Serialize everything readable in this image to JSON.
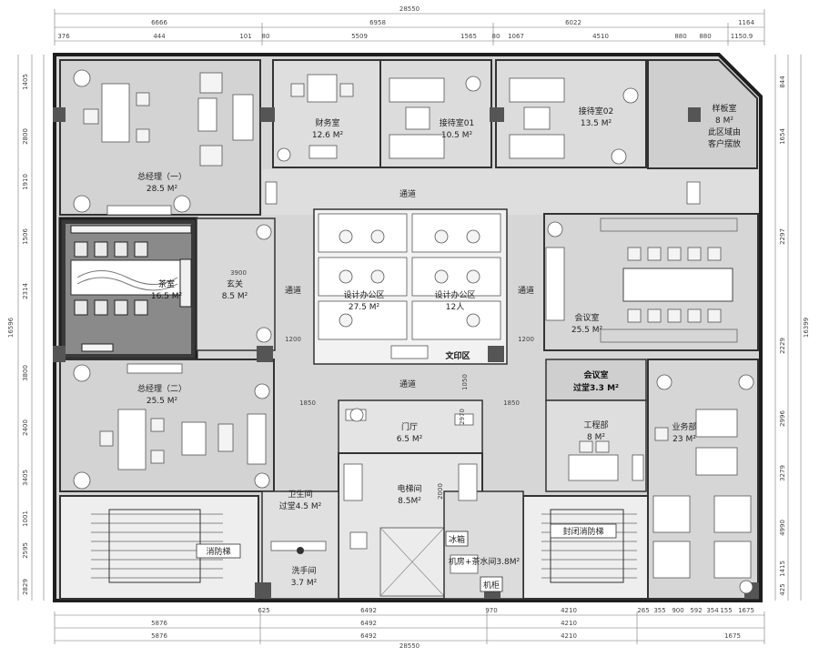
{
  "colors": {
    "floor": "#d6d6d6",
    "corridor": "#dedede",
    "room": "#d9d9d9",
    "wall": "#1e1e1e",
    "tea_room": "#3a3a3a",
    "stair": "#eeeeee"
  },
  "dimensions": {
    "top_overall": "28550",
    "top_row1": [
      "6666",
      "6958",
      "6022",
      "1164"
    ],
    "top_row2": [
      "376",
      "444",
      "101",
      "80",
      "5509",
      "1565",
      "80",
      "1067",
      "4510",
      "880",
      "880",
      "1150.9"
    ],
    "bottom_overall": "28550",
    "bottom_row1": [
      "5876",
      "6492",
      "4210"
    ],
    "bottom_row2": [
      "5876",
      "6492",
      "4210",
      "1675"
    ],
    "bottom_extra": [
      "625",
      "6492",
      "970",
      "4210",
      "265",
      "355",
      "900",
      "592",
      "354",
      "155",
      "1675"
    ],
    "left_overall": "16596",
    "right_overall": "16399",
    "left_segments": [
      "1405",
      "2800",
      "1910",
      "1506",
      "2314",
      "3800",
      "2400",
      "3405",
      "1001",
      "2595",
      "2829"
    ],
    "right_segments": [
      "844",
      "1654",
      "2297",
      "2229",
      "2996",
      "3279",
      "4990",
      "1415",
      "425"
    ],
    "inner_dims": [
      "3900",
      "1200",
      "1200",
      "1850",
      "1850",
      "2000",
      "1050",
      "2970"
    ]
  },
  "rooms": {
    "gm1": {
      "name": "总经理（一）",
      "area": "28.5 M²"
    },
    "finance": {
      "name": "财务室",
      "area": "12.6 M²"
    },
    "reception1": {
      "name": "接待室01",
      "area": "10.5 M²"
    },
    "reception2": {
      "name": "接待室02",
      "area": "13.5 M²"
    },
    "sample": {
      "name": "样板室",
      "area": "8 M²",
      "note1": "此区域由",
      "note2": "客户摆放"
    },
    "tea": {
      "name": "茶室",
      "area": "16.5 M²"
    },
    "foyer": {
      "name": "玄关",
      "area": "8.5 M²"
    },
    "design1": {
      "name": "设计办公区",
      "area": "27.5 M²"
    },
    "design2": {
      "name": "设计办公区",
      "area": "12人"
    },
    "print": {
      "name": "文印区"
    },
    "meeting": {
      "name": "会议室",
      "area": "25.5 M²"
    },
    "meeting_pass": {
      "name": "会议室",
      "area": "过堂3.3 M²"
    },
    "gm2": {
      "name": "总经理（二）",
      "area": "25.5 M²"
    },
    "lobby": {
      "name": "门厅",
      "area": "6.5 M²"
    },
    "engineering": {
      "name": "工程部",
      "area": "8 M²"
    },
    "business": {
      "name": "业务部",
      "area": "23 M²"
    },
    "toilet": {
      "name": "卫生间",
      "area": "过堂4.5 M²"
    },
    "elevator": {
      "name": "电梯间",
      "area": "8.5M²"
    },
    "fire_stair": {
      "name": "消防梯"
    },
    "closed_fire_stair": {
      "name": "封闭消防梯"
    },
    "washroom": {
      "name": "洗手间",
      "area": "3.7 M²"
    },
    "machine_tea": {
      "name": "机房+茶水间3.8M²"
    },
    "fridge": {
      "name": "冰箱"
    },
    "cabinet": {
      "name": "机柜"
    }
  },
  "corridor": {
    "top": "通道",
    "left": "通道",
    "right": "通道",
    "mid": "通道"
  }
}
